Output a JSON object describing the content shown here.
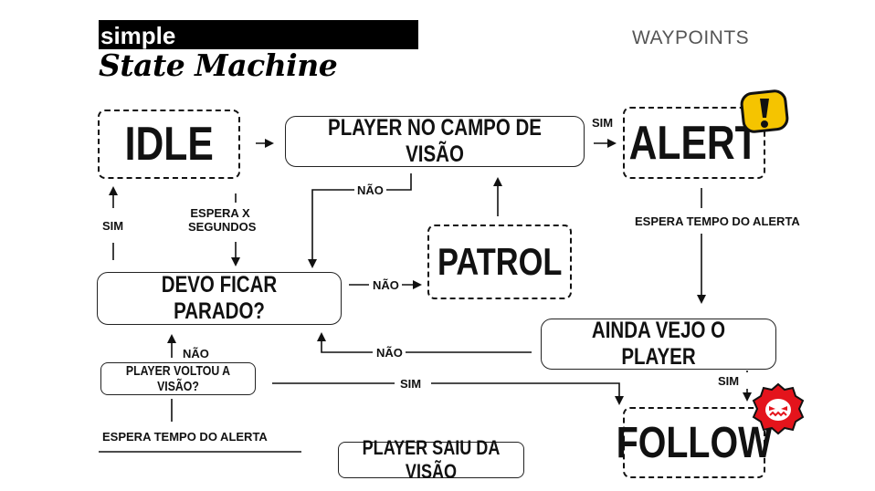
{
  "header": {
    "title_small": "simple",
    "title_script": "State Machine",
    "subtitle": "WAYPOINTS"
  },
  "nodes": {
    "idle": "IDLE",
    "player_in_view": "PLAYER NO CAMPO DE VISÃO",
    "alert": "ALERT",
    "patrol": "PATROL",
    "should_stay": "DEVO FICAR PARADO?",
    "still_see_player": "AINDA VEJO O PLAYER",
    "player_back": "PLAYER VOLTOU A VISÃO?",
    "follow": "FOLLOW",
    "player_left": "PLAYER SAIU DA VISÃO"
  },
  "labels": {
    "sim_alert": "SIM",
    "nao_top": "NÃO",
    "wait_x": "ESPERA X\nSEGUNDOS",
    "sim_idle": "SIM",
    "nao_patrol": "NÃO",
    "wait_alert_right": "ESPERA TEMPO DO ALERTA",
    "nao_still": "NÃO",
    "nao_back": "NÃO",
    "sim_follow": "SIM",
    "sim_still": "SIM",
    "wait_alert_left": "ESPERA TEMPO DO ALERTA"
  },
  "icons": {
    "alert_icon": "warning-exclamation-badge",
    "follow_icon": "angry-monster-badge",
    "colors": {
      "warning": "#f5c400",
      "danger": "#e4141c"
    }
  }
}
